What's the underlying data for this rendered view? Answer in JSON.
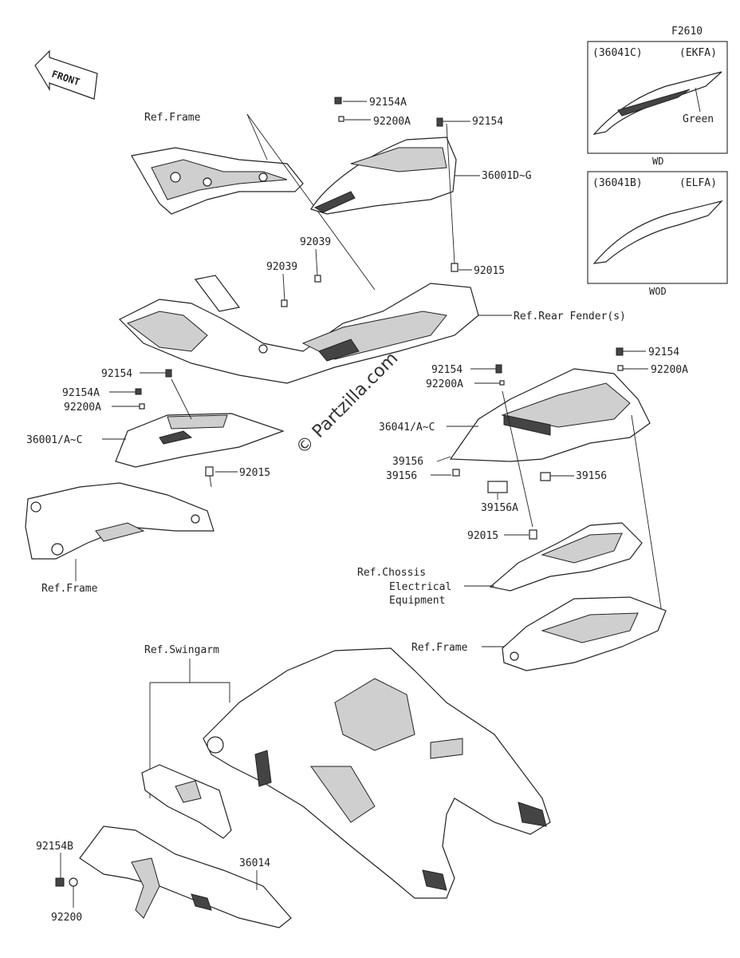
{
  "figure_code": "F2610",
  "watermark": "© Partzilla.com",
  "front_arrow": "FRONT",
  "inset_top": {
    "code": "(36041C)",
    "model": "(EKFA)",
    "color_label": "Green",
    "caption": "WD"
  },
  "inset_bottom": {
    "code": "(36041B)",
    "model": "(ELFA)",
    "caption": "WOD"
  },
  "labels": {
    "ref_frame_top": "Ref.Frame",
    "p92154A_top": "92154A",
    "p92200A_top": "92200A",
    "p92154_top": "92154",
    "p36001DG": "36001D~G",
    "p92039_a": "92039",
    "p92039_b": "92039",
    "p92015_top": "92015",
    "ref_rear_fender": "Ref.Rear Fender(s)",
    "p92154_right": "92154",
    "p92200A_right": "92200A",
    "p92154_mid": "92154",
    "p92200A_mid": "92200A",
    "p92154_left": "92154",
    "p92154A_left": "92154A",
    "p92200A_left": "92200A",
    "p36001AC": "36001/A~C",
    "p92015_left": "92015",
    "p36041AC": "36041/A~C",
    "p39156_a": "39156",
    "p39156_b": "39156",
    "p39156_c": "39156",
    "p39156A": "39156A",
    "p92015_mid": "92015",
    "ref_chassis_1": "Ref.Chossis",
    "ref_chassis_2": "Electrical",
    "ref_chassis_3": "Equipment",
    "ref_frame_left": "Ref.Frame",
    "ref_frame_right": "Ref.Frame",
    "ref_swingarm": "Ref.Swingarm",
    "p92154B": "92154B",
    "p36014": "36014",
    "p92200": "92200"
  }
}
